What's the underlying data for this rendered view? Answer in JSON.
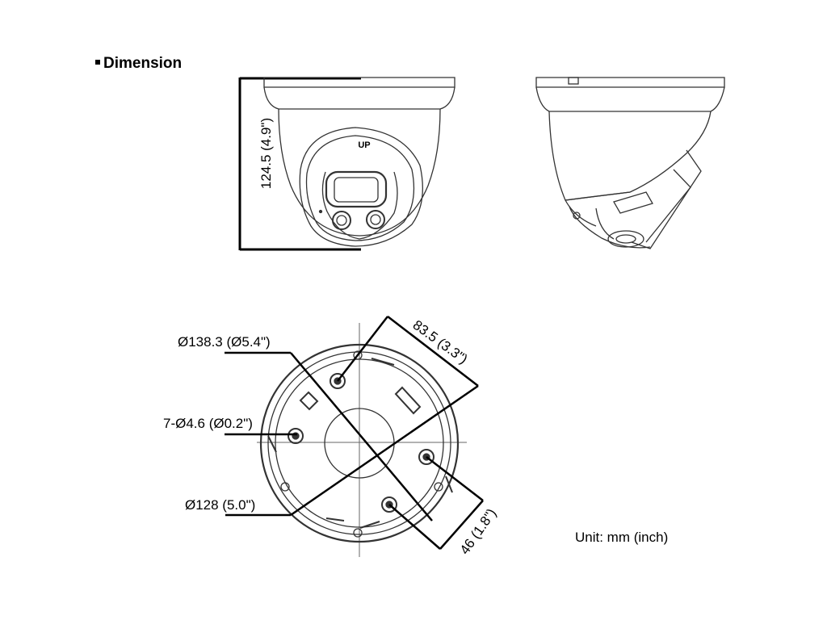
{
  "header": {
    "title": "Dimension"
  },
  "dimensions": {
    "height": "124.5 (4.9\")",
    "outer_diameter": "Ø138.3 (Ø5.4\")",
    "holes": "7-Ø4.6 (Ø0.2\")",
    "inner_diameter": "Ø128 (5.0\")",
    "spacing_long": "83.5 (3.3\")",
    "spacing_short": "46 (1.8\")"
  },
  "dome_label": "UP",
  "unit": "Unit: mm (inch)"
}
